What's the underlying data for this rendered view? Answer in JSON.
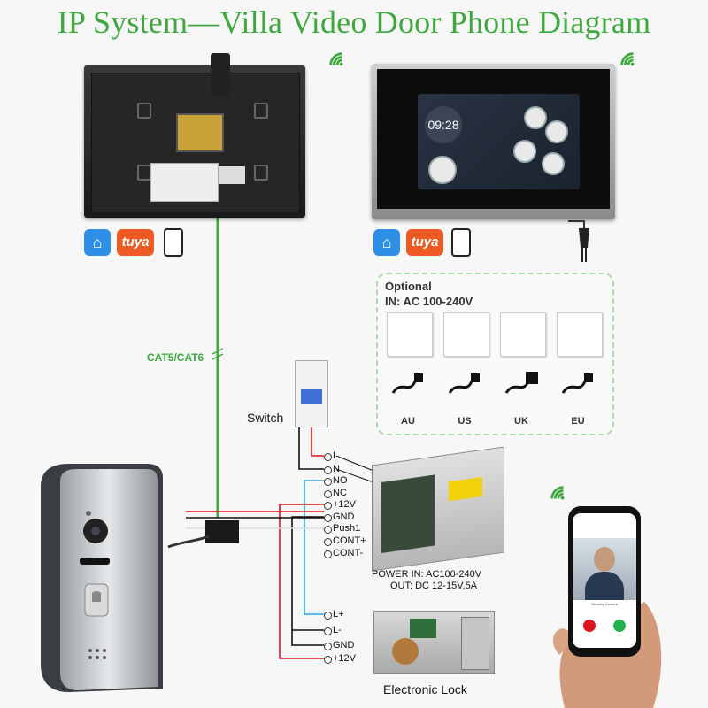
{
  "title": "IP System—Villa Video Door Phone Diagram",
  "indoor_back": {
    "icons": [
      "wifi-icon"
    ]
  },
  "indoor_front": {
    "clock": "09:28"
  },
  "app_icons": {
    "home": "⌂",
    "tuya": "tuya"
  },
  "optional": {
    "title": "Optional",
    "input": "IN: AC 100-240V",
    "plugs": [
      "AU",
      "US",
      "UK",
      "EU"
    ]
  },
  "cable_label": "CAT5/CAT6",
  "switch_label": "Switch",
  "breaker_terminals": [
    "L",
    "N"
  ],
  "door_terminals": [
    "NO",
    "NC",
    "+12V",
    "GND",
    "Push1",
    "CONT+",
    "CONT-"
  ],
  "lock_terminals": [
    "L+",
    "L-",
    "GND",
    "+12V"
  ],
  "power": {
    "line1": "POWER  IN: AC100-240V",
    "line2": "OUT: DC 12-15V,5A"
  },
  "lock_label": "Electronic Lock",
  "phone": {
    "caption": "Security Camera"
  },
  "colors": {
    "title": "#3ea83e",
    "cable": "#3ea83e",
    "red": "#e0141e",
    "black": "#111111",
    "blue": "#2aa8e0"
  }
}
